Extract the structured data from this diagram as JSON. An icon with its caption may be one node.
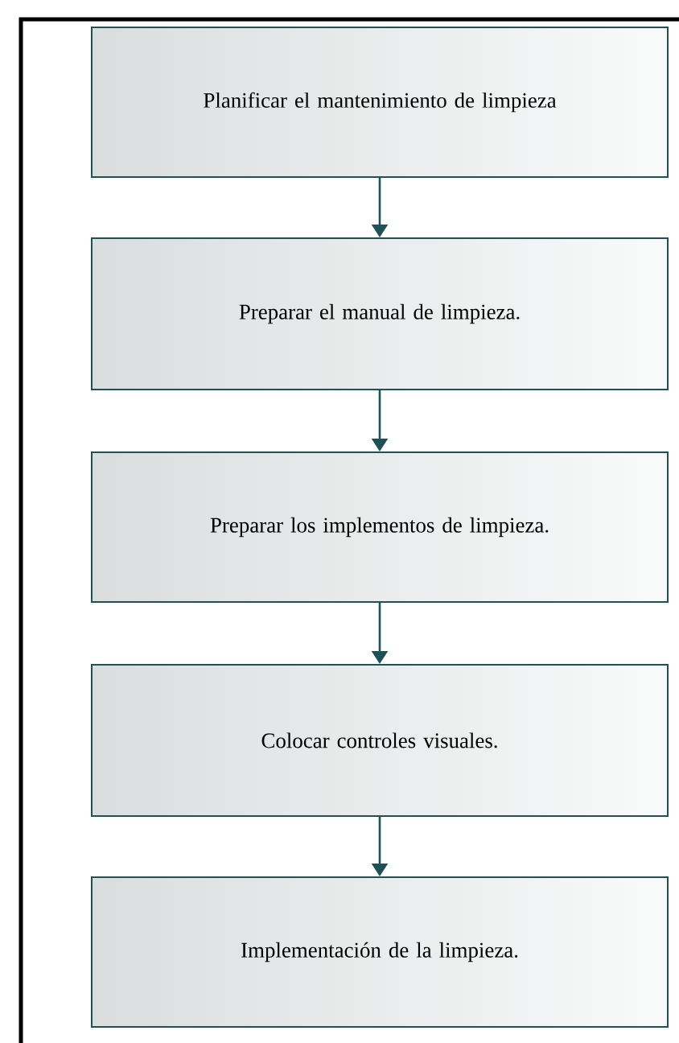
{
  "diagram": {
    "nodes": [
      {
        "text": [
          "Planificar el mantenimiento de limpieza"
        ]
      },
      {
        "text": [
          "Preparar el manual de limpieza."
        ]
      },
      {
        "text": [
          "Preparar los implementos de limpieza."
        ]
      },
      {
        "text": [
          "Colocar controles visuales."
        ]
      },
      {
        "text": [
          "Implementación de la limpieza."
        ]
      }
    ],
    "edges": [
      {
        "from": 0,
        "to": 1,
        "arrow": "to"
      },
      {
        "from": 1,
        "to": 2,
        "arrow": "to"
      },
      {
        "from": 2,
        "to": 3,
        "arrow": "to"
      },
      {
        "from": 3,
        "to": 4,
        "arrow": "to"
      }
    ]
  }
}
